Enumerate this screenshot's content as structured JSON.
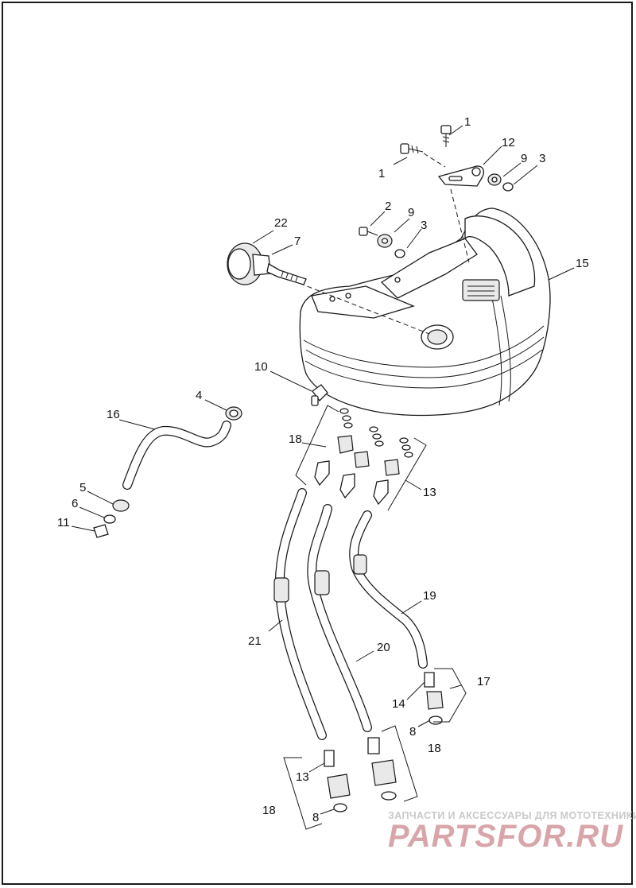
{
  "diagram": {
    "callouts": {
      "c1a": "1",
      "c1b": "1",
      "c12": "12",
      "c9a": "9",
      "c3a": "3",
      "c2": "2",
      "c9b": "9",
      "c3b": "3",
      "c22": "22",
      "c7": "7",
      "c15": "15",
      "c10": "10",
      "c4": "4",
      "c16": "16",
      "c18a": "18",
      "c5": "5",
      "c6": "6",
      "c11": "11",
      "c13a": "13",
      "c19": "19",
      "c21": "21",
      "c20": "20",
      "c17": "17",
      "c14": "14",
      "c8a": "8",
      "c18b": "18",
      "c13b": "13",
      "c18c": "18",
      "c8b": "8"
    }
  },
  "watermark": {
    "tagline": "ЗАПЧАСТИ И АКСЕССУАРЫ ДЛЯ МОТОТЕХНИКИ",
    "brand": "PARTSFOR.RU",
    "color": "#d8a6aa"
  }
}
